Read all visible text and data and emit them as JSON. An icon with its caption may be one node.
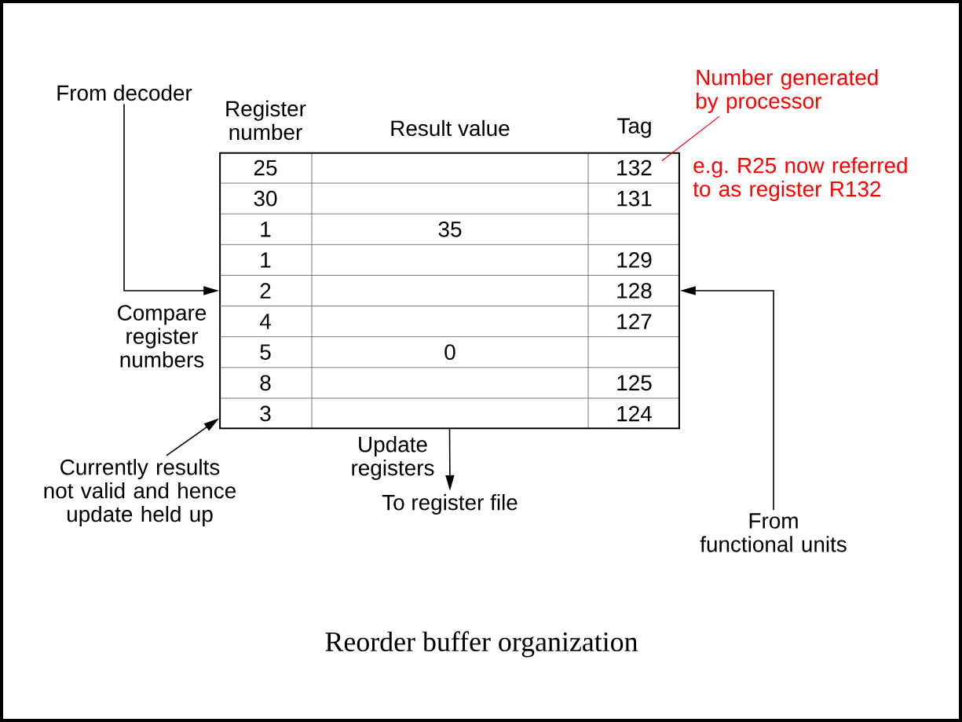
{
  "diagram": {
    "caption": "Reorder buffer organization",
    "nodes": [
      {
        "text": [],
        "shape": "box"
      },
      {
        "text": [
          "From decoder"
        ]
      },
      {
        "text": [
          "Currently results not valid and hence update held up"
        ]
      },
      {
        "text": [
          "From functional units"
        ]
      },
      {
        "text": [
          "To register file"
        ]
      },
      {
        "text": [
          "Number generated by processor"
        ]
      }
    ],
    "edges": [
      {
        "from": 1,
        "to": 0,
        "arrow": "to"
      },
      {
        "from": 2,
        "to": 0,
        "arrow": "to"
      },
      {
        "from": 3,
        "to": 0,
        "arrow": "to"
      },
      {
        "from": 0,
        "to": 4,
        "arrow": "to",
        "label": "Update registers"
      },
      {
        "from": 5,
        "to": 0,
        "arrow": "none",
        "color": "#ff0000"
      }
    ],
    "labels": [
      "Register number",
      "Result value",
      "Tag",
      "25",
      "132",
      "30",
      "131",
      "1",
      "35",
      "1",
      "129",
      "2",
      "128",
      "4",
      "127",
      "5",
      "0",
      "8",
      "125",
      "3",
      "124",
      "Compare register numbers",
      "e.g. R25 now referred to as register R132"
    ]
  }
}
